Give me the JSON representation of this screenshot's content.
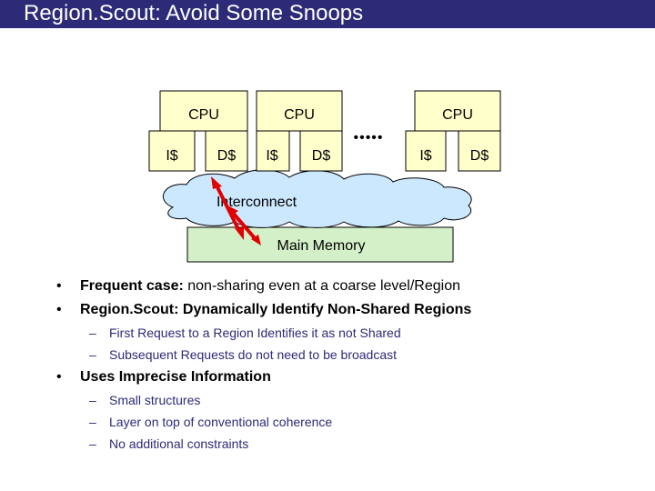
{
  "title": "Region.Scout: Avoid Some Snoops",
  "diagram": {
    "cpu_label": "CPU",
    "icache_label": "I$",
    "dcache_label": "D$",
    "ellipsis": "•••••",
    "interconnect_label": "Interconnect",
    "memory_label": "Main Memory",
    "colors": {
      "box_fill": "#ffffcc",
      "cloud_fill": "#cce8ff",
      "memory_fill": "#d4f0c8",
      "arrow": "#e00000"
    }
  },
  "bullets": [
    {
      "bold": "Frequent case:",
      "rest": " non-sharing even at a coarse level/Region"
    },
    {
      "bold": "Region.Scout: Dynamically Identify Non-Shared Regions",
      "rest": ""
    },
    {
      "bold": "Uses Imprecise Information",
      "rest": ""
    }
  ],
  "sub_bullets_1": [
    "First Request to a Region Identifies it as not Shared",
    "Subsequent Requests do not need to be broadcast"
  ],
  "sub_bullets_2": [
    "Small structures",
    "Layer on top of conventional coherence",
    "No additional constraints"
  ]
}
